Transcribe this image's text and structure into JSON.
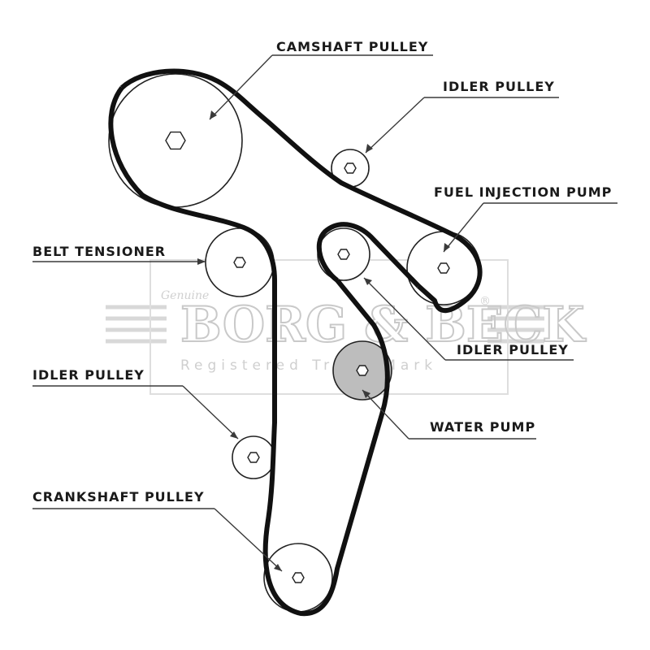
{
  "labels": {
    "camshaft_pulley": "CAMSHAFT PULLEY",
    "idler_pulley_top": "IDLER PULLEY",
    "fuel_injection_pump": "FUEL INJECTION PUMP",
    "belt_tensioner": "BELT TENSIONER",
    "idler_pulley_right": "IDLER PULLEY",
    "idler_pulley_left": "IDLER PULLEY",
    "water_pump": "WATER PUMP",
    "crankshaft_pulley": "CRANKSHAFT PULLEY"
  },
  "watermark": {
    "brand": "BORG & BECK",
    "subtitle": "Registered Trade Mark",
    "script": "Genuine",
    "registered_mark": "®"
  },
  "colors": {
    "belt": "#111111",
    "water_pump_fill": "#bdbdbd",
    "watermark": "#c9c9c9"
  }
}
